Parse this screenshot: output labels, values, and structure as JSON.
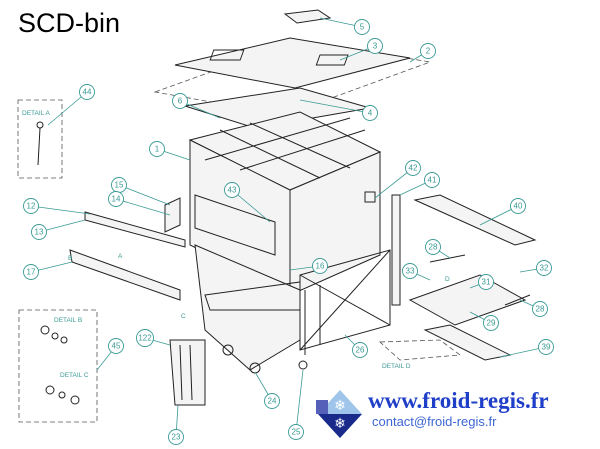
{
  "title": "SCD-bin",
  "callouts": [
    "5",
    "3",
    "2",
    "4",
    "6",
    "44",
    "1",
    "42",
    "41",
    "43",
    "15",
    "14",
    "12",
    "13",
    "40",
    "17",
    "16",
    "28",
    "32",
    "33",
    "31",
    "28",
    "29",
    "45",
    "122",
    "39",
    "26",
    "24",
    "23",
    "25"
  ],
  "details": {
    "a": "DETAIL A",
    "b": "DETAIL B",
    "c": "DETAIL C",
    "d": "DETAIL D"
  },
  "view_letters": {
    "a": "A",
    "b": "B",
    "c": "C",
    "d": "D"
  },
  "footer": {
    "website": "www.froid-regis.fr",
    "email": "contact@froid-regis.fr",
    "logo": "froid-regis snowflake logo"
  },
  "colors": {
    "callout": "#3a9a94",
    "website": "#1f3fc8",
    "email": "#3d66d6"
  }
}
